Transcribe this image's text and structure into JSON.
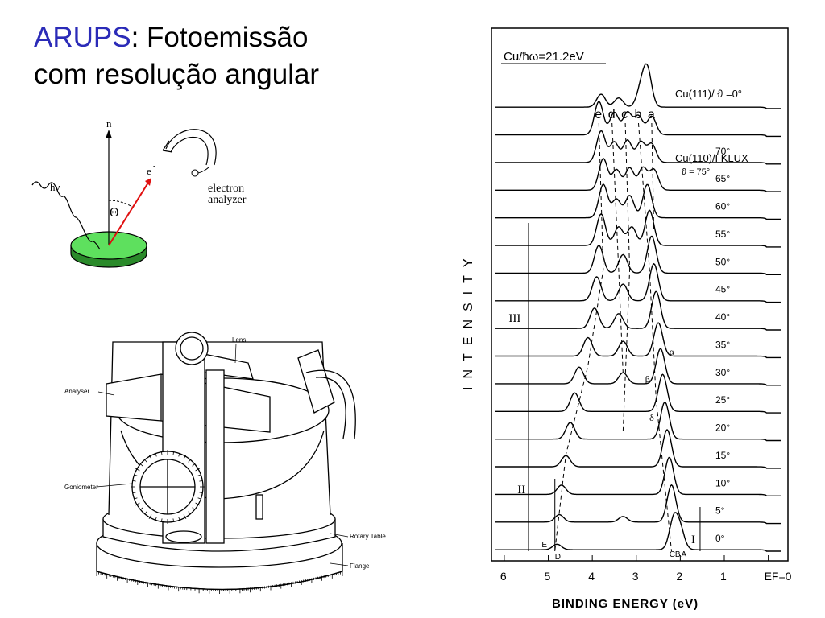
{
  "slide": {
    "title_accent": "ARUPS",
    "title_rest": ": Fotoemissão",
    "title_line2": "com resolução angular"
  },
  "schematic": {
    "normal_label": "n",
    "photon_label": "hν",
    "electron_label": "e",
    "electron_sup": "-",
    "angle_label": "Θ",
    "analyzer_label_1": "electron",
    "analyzer_label_2": "analyzer",
    "colors": {
      "sample": "#5ee05e",
      "electron_arrow": "#e01010"
    }
  },
  "apparatus": {
    "labels": {
      "lens": "Lens",
      "analyser": "Analyser",
      "goniometer": "Goniometer",
      "rotary_table": "Rotary Table",
      "flange": "Flange"
    }
  },
  "spectra": {
    "header": "Cu/ħω=21.2eV",
    "top_curve_label": "Cu(111)/ ϑ =0°",
    "series_label": "Cu(110)/ΓKLUX",
    "first_angle_label": "ϑ = 75°",
    "angles": [
      "70°",
      "65°",
      "60°",
      "55°",
      "50°",
      "45°",
      "40°",
      "35°",
      "30°",
      "25°",
      "20°",
      "15°",
      "10°",
      "5°",
      "0°"
    ],
    "peak_letters": [
      "e",
      "d",
      "c",
      "b",
      "a"
    ],
    "greek_labels": [
      "α",
      "β",
      "δ"
    ],
    "region_labels": [
      "III",
      "II",
      "I"
    ],
    "bottom_letters": [
      "E",
      "D",
      "C",
      "B",
      "A"
    ],
    "ylabel": "INTENSITY",
    "xlabel": "BINDING ENERGY (eV)"
  },
  "chart_data": {
    "type": "line",
    "title": "Cu/ħω=21.2eV",
    "xlabel": "BINDING ENERGY (eV)",
    "ylabel": "INTENSITY",
    "x_ticks": [
      "6",
      "5",
      "4",
      "3",
      "2",
      "1",
      "EF=0"
    ],
    "xlim": [
      6.2,
      -0.3
    ],
    "x_reversed": true,
    "series_names": [
      "Cu(111)/ ϑ =0°",
      "75°",
      "70°",
      "65°",
      "60°",
      "55°",
      "50°",
      "45°",
      "40°",
      "35°",
      "30°",
      "25°",
      "20°",
      "15°",
      "10°",
      "5°",
      "0°"
    ],
    "series": [
      {
        "name": "Cu(111)/ ϑ =0°",
        "peaks": [
          [
            3.8,
            0.35
          ],
          [
            3.4,
            0.25
          ],
          [
            2.9,
            0.45
          ],
          [
            2.75,
            1.0
          ]
        ]
      },
      {
        "name": "75°",
        "peaks": [
          [
            3.85,
            0.9
          ],
          [
            3.5,
            0.6
          ],
          [
            3.2,
            0.6
          ],
          [
            2.95,
            0.5
          ],
          [
            2.65,
            0.5
          ]
        ]
      },
      {
        "name": "70°",
        "peaks": [
          [
            3.8,
            0.85
          ],
          [
            3.5,
            0.55
          ],
          [
            3.2,
            0.6
          ],
          [
            2.9,
            0.55
          ],
          [
            2.65,
            0.5
          ]
        ]
      },
      {
        "name": "65°",
        "peaks": [
          [
            3.75,
            0.85
          ],
          [
            3.45,
            0.55
          ],
          [
            3.15,
            0.6
          ],
          [
            2.85,
            0.6
          ],
          [
            2.6,
            0.55
          ]
        ]
      },
      {
        "name": "60°",
        "peaks": [
          [
            3.75,
            0.9
          ],
          [
            3.45,
            0.5
          ],
          [
            3.15,
            0.6
          ],
          [
            2.75,
            0.9
          ]
        ]
      },
      {
        "name": "55°",
        "peaks": [
          [
            3.8,
            0.85
          ],
          [
            3.4,
            0.5
          ],
          [
            3.1,
            0.5
          ],
          [
            2.7,
            0.95
          ]
        ]
      },
      {
        "name": "50°",
        "peaks": [
          [
            3.85,
            0.75
          ],
          [
            3.3,
            0.5
          ],
          [
            2.65,
            1.0
          ]
        ]
      },
      {
        "name": "45°",
        "peaks": [
          [
            3.9,
            0.65
          ],
          [
            3.3,
            0.45
          ],
          [
            2.6,
            1.0
          ]
        ]
      },
      {
        "name": "40°",
        "peaks": [
          [
            3.95,
            0.55
          ],
          [
            3.4,
            0.4
          ],
          [
            2.55,
            1.0
          ]
        ]
      },
      {
        "name": "35°",
        "peaks": [
          [
            4.1,
            0.5
          ],
          [
            3.3,
            0.4
          ],
          [
            2.5,
            0.9
          ]
        ]
      },
      {
        "name": "30°",
        "peaks": [
          [
            4.3,
            0.45
          ],
          [
            3.3,
            0.3
          ],
          [
            2.45,
            0.95
          ]
        ]
      },
      {
        "name": "25°",
        "peaks": [
          [
            4.4,
            0.5
          ],
          [
            2.4,
            1.0
          ]
        ]
      },
      {
        "name": "20°",
        "peaks": [
          [
            4.5,
            0.45
          ],
          [
            2.35,
            1.0
          ]
        ]
      },
      {
        "name": "15°",
        "peaks": [
          [
            4.6,
            0.3
          ],
          [
            2.3,
            1.0
          ]
        ]
      },
      {
        "name": "10°",
        "peaks": [
          [
            4.7,
            0.25
          ],
          [
            2.25,
            1.0
          ]
        ]
      },
      {
        "name": "5°",
        "peaks": [
          [
            4.75,
            0.2
          ],
          [
            3.3,
            0.15
          ],
          [
            2.2,
            1.0
          ]
        ]
      },
      {
        "name": "0°",
        "peaks": [
          [
            4.8,
            0.15
          ],
          [
            2.15,
            0.8
          ],
          [
            2.0,
            0.5
          ]
        ]
      }
    ]
  }
}
